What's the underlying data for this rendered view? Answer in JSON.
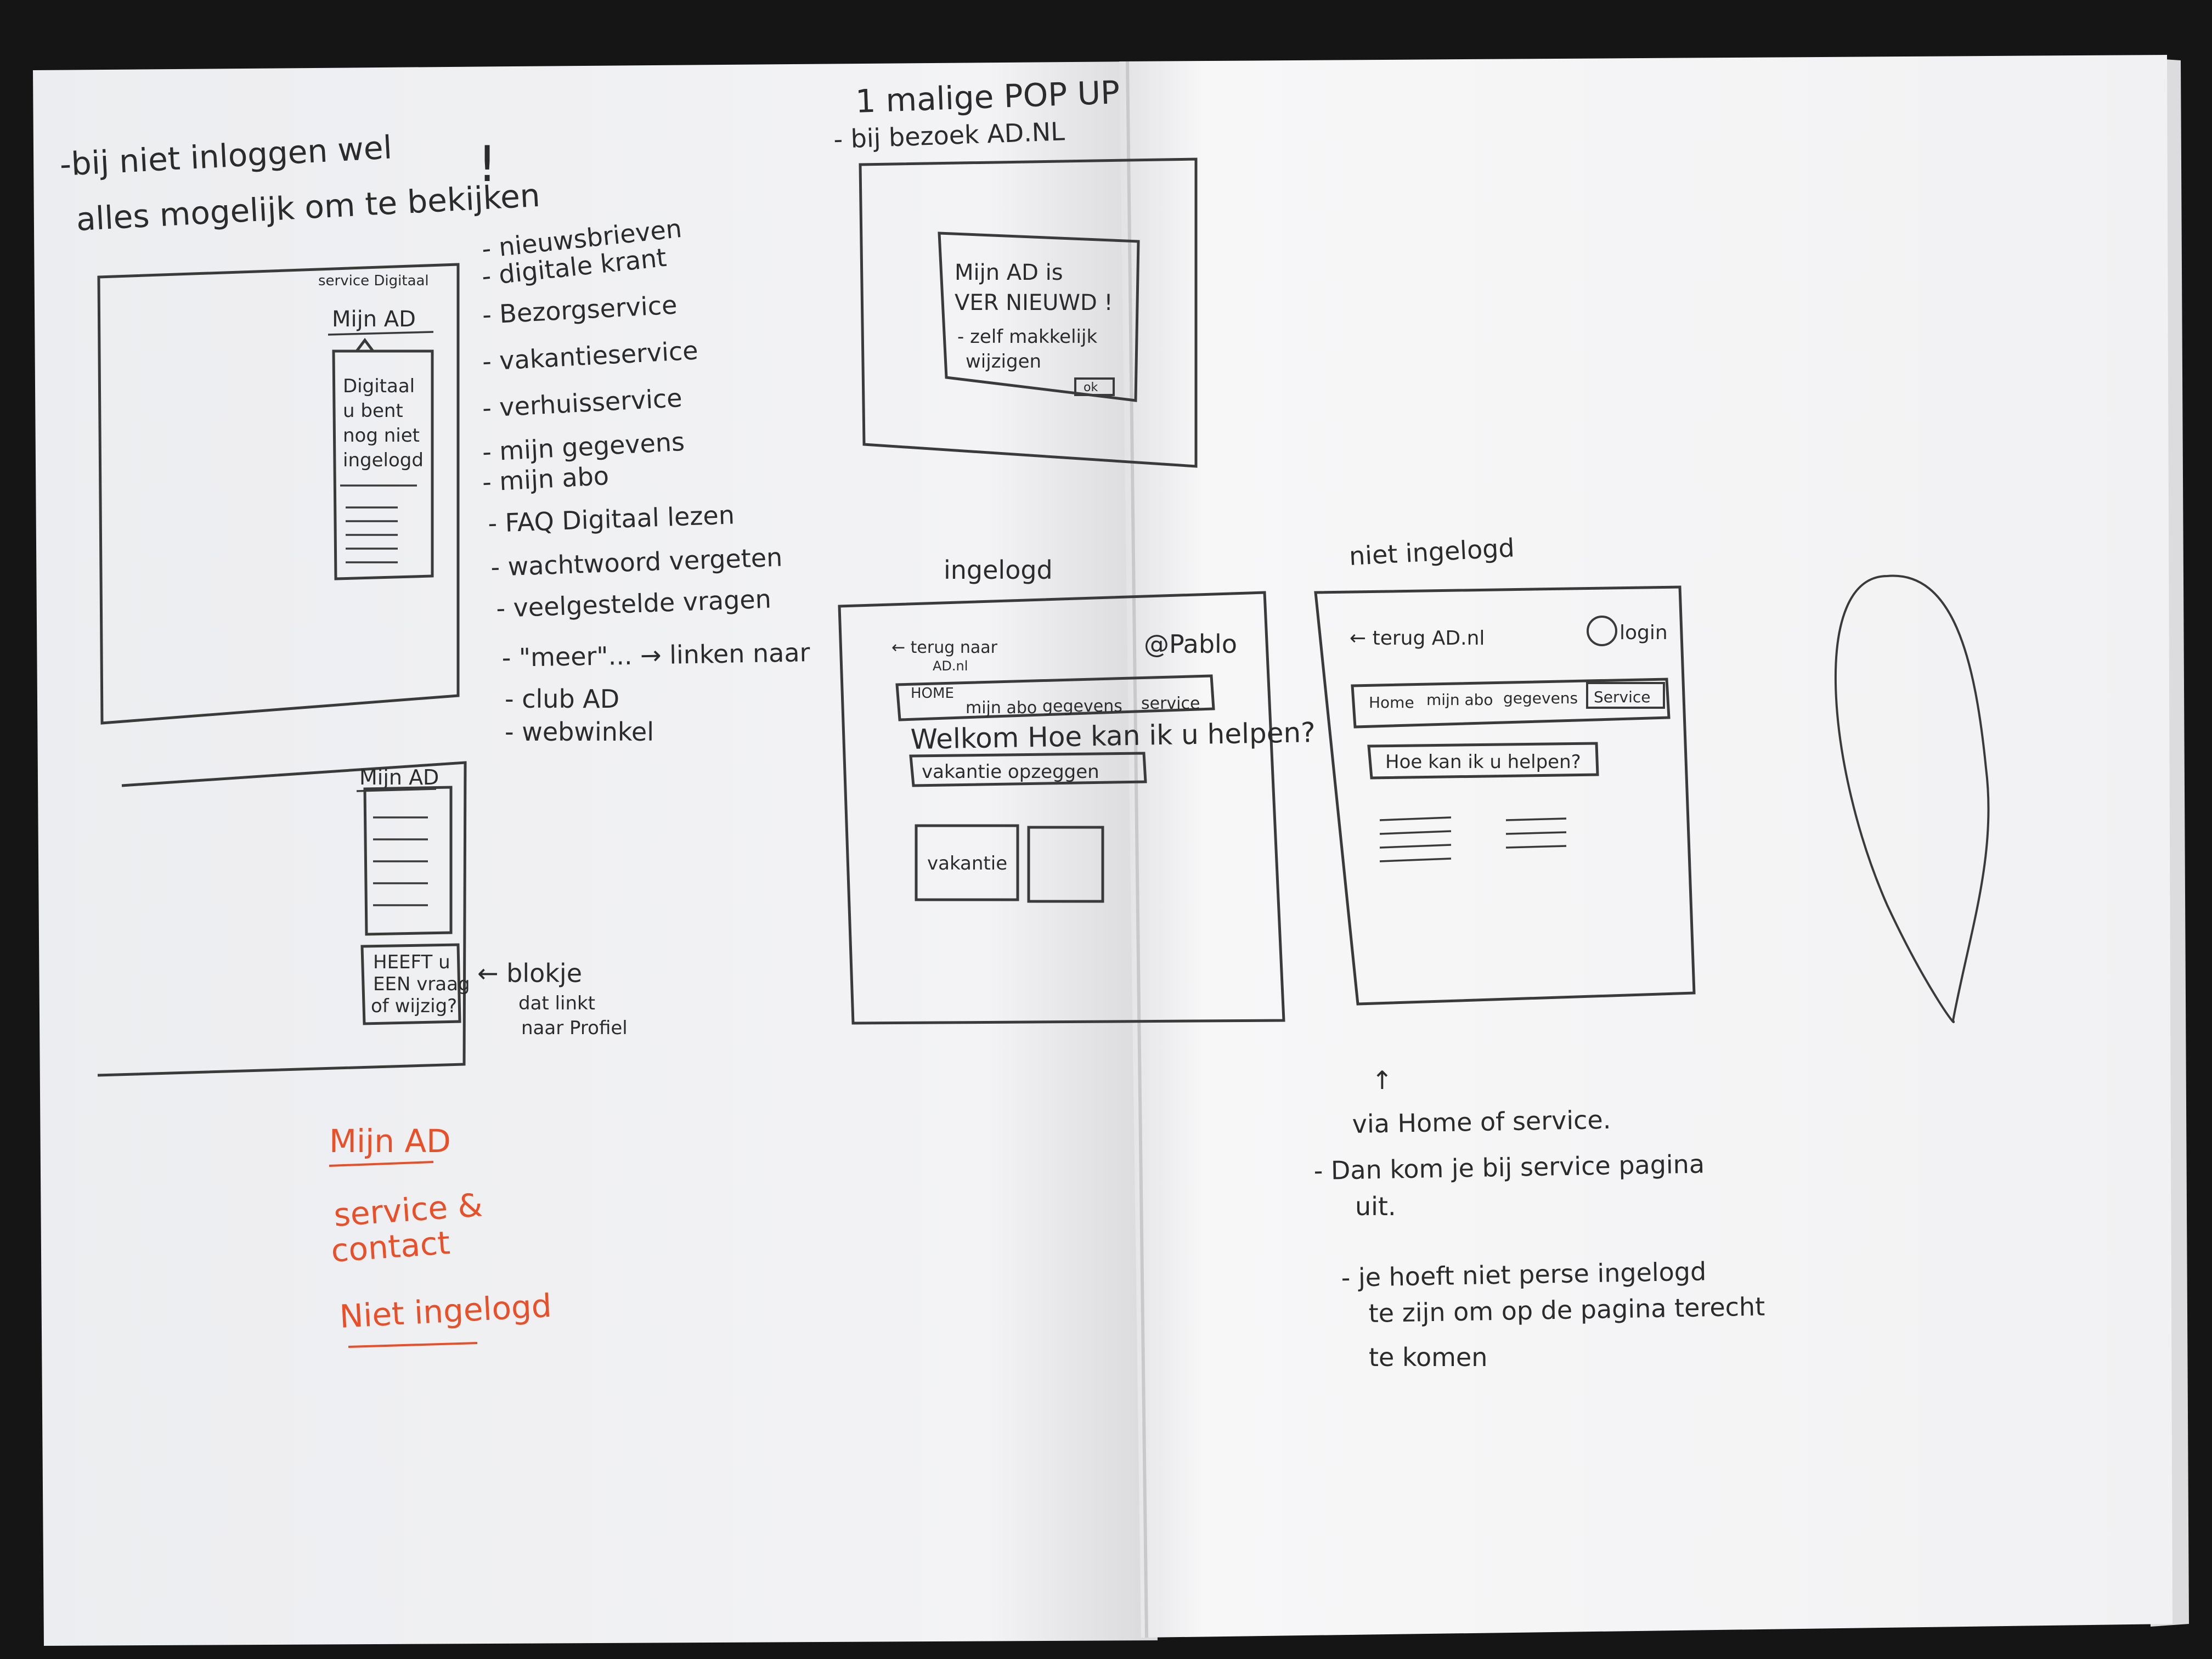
{
  "left_page": {
    "header_line1": "-bij niet inloggen wel",
    "header_line2": "alles mogelijk om te bekijken",
    "header_mark": "!",
    "sketch1": {
      "top_link": "service Digitaal",
      "nav_label": "Mijn AD",
      "panel_text": [
        "Digitaal",
        "u bent",
        "nog niet",
        "ingelogd"
      ]
    },
    "menu_items": [
      "- nieuwsbrieven",
      "- digitale krant",
      "- Bezorgservice",
      "- vakantieservice",
      "- verhuisservice",
      "- mijn gegevens",
      "- mijn abo",
      "- FAQ Digitaal lezen",
      "- wachtwoord vergeten",
      "- veelgestelde vragen",
      "- \"meer\"... → linken naar",
      "- club AD",
      "- webwinkel"
    ],
    "sketch2": {
      "nav_label": "Mijn AD",
      "card_text": [
        "HEEFT u",
        "EEN vraag",
        "of wijzig?"
      ],
      "annotation": [
        "← blokje",
        "dat linkt",
        "naar Profiel"
      ]
    },
    "red_notes": [
      "Mijn AD",
      "service &",
      "contact",
      "Niet ingelogd"
    ]
  },
  "right_page": {
    "popup_title_line1": "1 malige POP UP",
    "popup_title_line2": "- bij bezoek AD.NL",
    "popup_text": [
      "Mijn AD is",
      "VER NIEUWD !",
      "- zelf makkelijk",
      "wijzigen"
    ],
    "popup_button": "ok",
    "logged_in": {
      "label": "ingelogd",
      "back_link": [
        "← terug naar",
        "AD.nl"
      ],
      "user": "@Pablo",
      "nav": [
        "HOME",
        "mijn abo",
        "gegevens",
        "service"
      ],
      "welcome": "Welkom Hoe kan ik u helpen?",
      "search": "vakantie opzeggen",
      "tile_label": "vakantie"
    },
    "not_logged_in": {
      "label": "niet ingelogd",
      "back_link": "← terug AD.nl",
      "login": "login",
      "nav": [
        "Home",
        "mijn abo",
        "gegevens",
        "Service"
      ],
      "search": "Hoe kan ik u helpen?"
    },
    "notes": [
      "↑",
      "via Home of service.",
      "- Dan kom je bij service pagina",
      "uit.",
      "- je hoeft niet perse ingelogd",
      "te zijn om op de pagina terecht",
      "te komen"
    ]
  }
}
